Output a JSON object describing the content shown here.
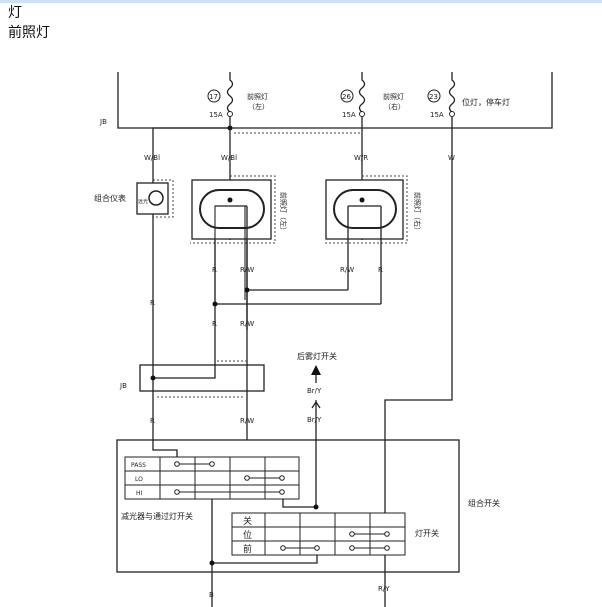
{
  "header": {
    "title": "灯",
    "subtitle": "前照灯"
  },
  "diagram": {
    "jb_label": "JB",
    "fuses": [
      {
        "number": "17",
        "rating": "15A",
        "label_line1": "前照灯",
        "label_line2": "（左）"
      },
      {
        "number": "26",
        "rating": "15A",
        "label_line1": "前照灯",
        "label_line2": "（右）"
      },
      {
        "number": "23",
        "rating": "15A",
        "label_line1": "位灯，停车灯"
      }
    ],
    "wires": {
      "w_bl": "W/Bl",
      "w_r": "W/R",
      "w": "W",
      "r": "R",
      "r_w": "R/W",
      "br_y": "Br/Y",
      "b": "B",
      "r_y": "R/Y"
    },
    "components": {
      "combination_meter": "组合仪表",
      "meter_indicator": "远光",
      "headlamp_left": "前照灯（左）",
      "headlamp_right": "前照灯（右）",
      "rear_fog_switch": "后雾灯开关",
      "combination_switch": "组合开关",
      "dimmer_switch": "减光器与通过灯开关",
      "light_switch": "灯开关"
    },
    "dimmer_rows": [
      "PASS",
      "LO",
      "HI"
    ],
    "light_switch_rows": [
      "关",
      "位",
      "前"
    ]
  }
}
